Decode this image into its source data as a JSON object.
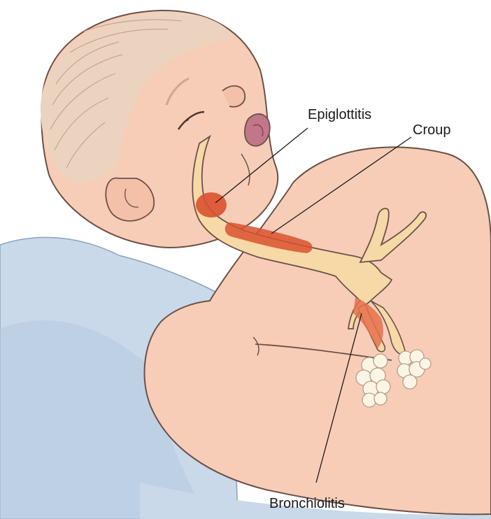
{
  "labels": {
    "epiglottitis": "Epiglottitis",
    "croup": "Croup",
    "bronchiolitis": "Bronchiolitis"
  },
  "colors": {
    "skin": "#f7cdb8",
    "skin_shade": "#efbba3",
    "hair": "#ecd3bf",
    "blanket": "#c9d9ea",
    "blanket_shade": "#b5c9de",
    "airway": "#f6d9a6",
    "inflamed": "#d9512f",
    "alveoli": "#fbf5e6",
    "outline": "#6b5147"
  }
}
